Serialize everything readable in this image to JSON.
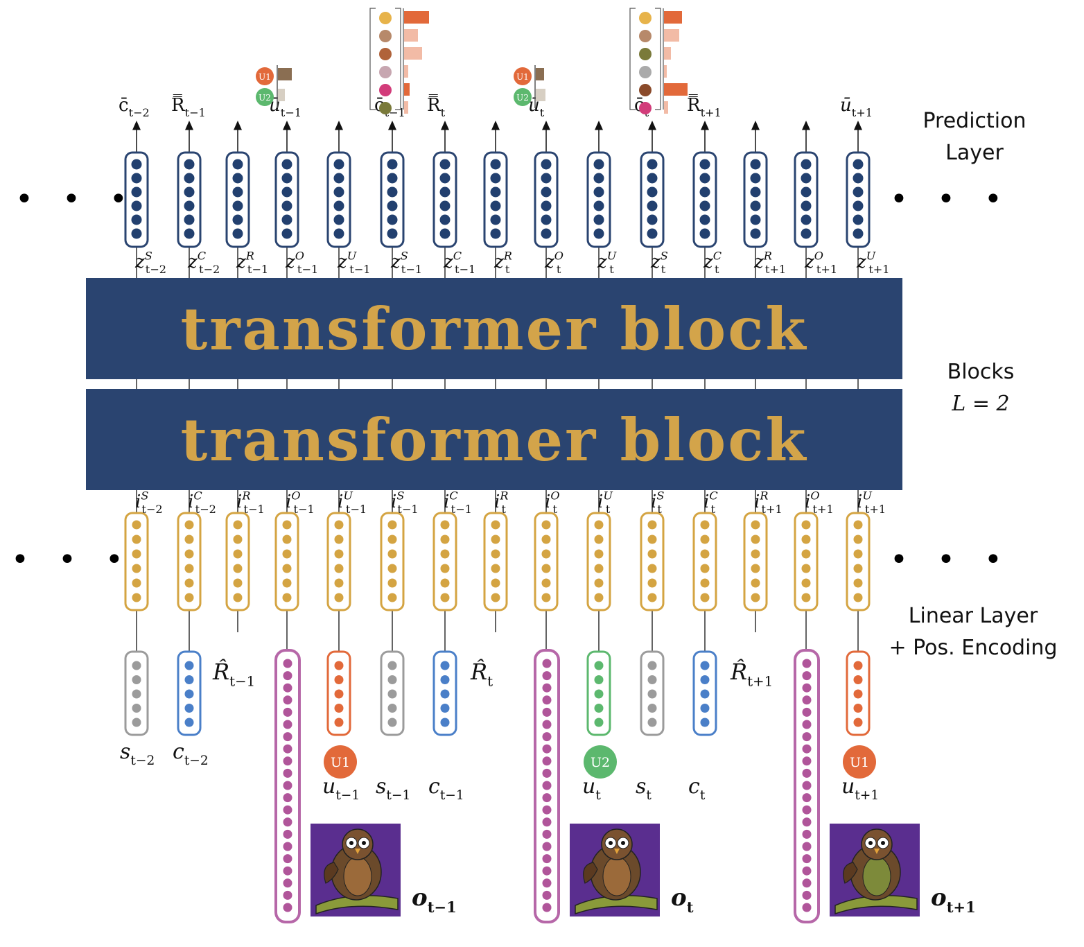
{
  "labels": {
    "prediction_layer": "Prediction\nLayer",
    "blocks": "Blocks",
    "blocks_eq": "L = 2",
    "linear_layer": "Linear Layer\n+ Pos. Encoding",
    "dots": "• • •"
  },
  "transformer_blocks": [
    "transformer block",
    "transformer block"
  ],
  "z_labels": [
    {
      "sup": "S",
      "sub": "t−2"
    },
    {
      "sup": "C",
      "sub": "t−2"
    },
    {
      "sup": "R",
      "sub": "t−1"
    },
    {
      "sup": "O",
      "sub": "t−1"
    },
    {
      "sup": "U",
      "sub": "t−1"
    },
    {
      "sup": "S",
      "sub": "t−1"
    },
    {
      "sup": "C",
      "sub": "t−1"
    },
    {
      "sup": "R",
      "sub": "t"
    },
    {
      "sup": "O",
      "sub": "t"
    },
    {
      "sup": "U",
      "sub": "t"
    },
    {
      "sup": "S",
      "sub": "t"
    },
    {
      "sup": "C",
      "sub": "t"
    },
    {
      "sup": "R",
      "sub": "t+1"
    },
    {
      "sup": "O",
      "sub": "t+1"
    },
    {
      "sup": "U",
      "sub": "t+1"
    }
  ],
  "i_labels": [
    {
      "sup": "S",
      "sub": "t−2"
    },
    {
      "sup": "C",
      "sub": "t−2"
    },
    {
      "sup": "R",
      "sub": "t−1"
    },
    {
      "sup": "O",
      "sub": "t−1"
    },
    {
      "sup": "U",
      "sub": "t−1"
    },
    {
      "sup": "S",
      "sub": "t−1"
    },
    {
      "sup": "C",
      "sub": "t−1"
    },
    {
      "sup": "R",
      "sub": "t"
    },
    {
      "sup": "O",
      "sub": "t"
    },
    {
      "sup": "U",
      "sub": "t"
    },
    {
      "sup": "S",
      "sub": "t"
    },
    {
      "sup": "C",
      "sub": "t"
    },
    {
      "sup": "R",
      "sub": "t+1"
    },
    {
      "sup": "O",
      "sub": "t+1"
    },
    {
      "sup": "U",
      "sub": "t+1"
    }
  ],
  "top_outputs": [
    {
      "col": 0,
      "base": "c̄",
      "sub": "t−2"
    },
    {
      "col": 1,
      "base": "R̿",
      "sub": "t−1"
    },
    {
      "col": 3,
      "base": "ū",
      "sub": "t−1"
    },
    {
      "col": 5,
      "base": "c̄",
      "sub": "t−1"
    },
    {
      "col": 6,
      "base": "R̿",
      "sub": "t"
    },
    {
      "col": 8,
      "base": "ū",
      "sub": "t"
    },
    {
      "col": 10,
      "base": "c̄",
      "sub": "t"
    },
    {
      "col": 11,
      "base": "R̿",
      "sub": "t+1"
    },
    {
      "col": 14,
      "base": "ū",
      "sub": "t+1"
    }
  ],
  "inputs": [
    {
      "col": 0,
      "kind": "vec",
      "color": "#9b9b9b",
      "base": "s",
      "sub": "t−2"
    },
    {
      "col": 1,
      "kind": "vec",
      "color": "#4a7fc8",
      "base": "c",
      "sub": "t−2"
    },
    {
      "col": 2,
      "kind": "scalar",
      "base": "R̂",
      "sub": "t−1"
    },
    {
      "col": 3,
      "kind": "obs",
      "base": "o",
      "sub": "t−1"
    },
    {
      "col": 4,
      "kind": "vec",
      "color": "#e2693a",
      "base": "u",
      "sub": "t−1",
      "badge": "U1"
    },
    {
      "col": 5,
      "kind": "vec",
      "color": "#9b9b9b",
      "base": "s",
      "sub": "t−1"
    },
    {
      "col": 6,
      "kind": "vec",
      "color": "#4a7fc8",
      "base": "c",
      "sub": "t−1"
    },
    {
      "col": 7,
      "kind": "scalar",
      "base": "R̂",
      "sub": "t"
    },
    {
      "col": 8,
      "kind": "obs",
      "base": "o",
      "sub": "t"
    },
    {
      "col": 9,
      "kind": "vec",
      "color": "#5cb86e",
      "base": "u",
      "sub": "t",
      "badge": "U2"
    },
    {
      "col": 10,
      "kind": "vec",
      "color": "#9b9b9b",
      "base": "s",
      "sub": "t"
    },
    {
      "col": 11,
      "kind": "vec",
      "color": "#4a7fc8",
      "base": "c",
      "sub": "t"
    },
    {
      "col": 12,
      "kind": "scalar",
      "base": "R̂",
      "sub": "t+1"
    },
    {
      "col": 13,
      "kind": "obs",
      "base": "o",
      "sub": "t+1"
    },
    {
      "col": 14,
      "kind": "vec",
      "color": "#e2693a",
      "base": "u",
      "sub": "t+1",
      "badge": "U1"
    }
  ],
  "badges": {
    "U1": {
      "text": "U1",
      "color": "#e2693a"
    },
    "U2": {
      "text": "U2",
      "color": "#5cb86e"
    }
  },
  "colors": {
    "block": "#2a4470",
    "block_text": "#d3a44a",
    "pred_border": "#2a4470",
    "pred_dot": "#22406f",
    "lin_border": "#d4a442",
    "lin_dot": "#d4a442",
    "obs_border": "#b667a8",
    "obs_dot": "#b0559a",
    "owl_bg": "#5a2e8f",
    "bar_orange": "#e2693a",
    "bar_brown": "#8a6e52"
  }
}
